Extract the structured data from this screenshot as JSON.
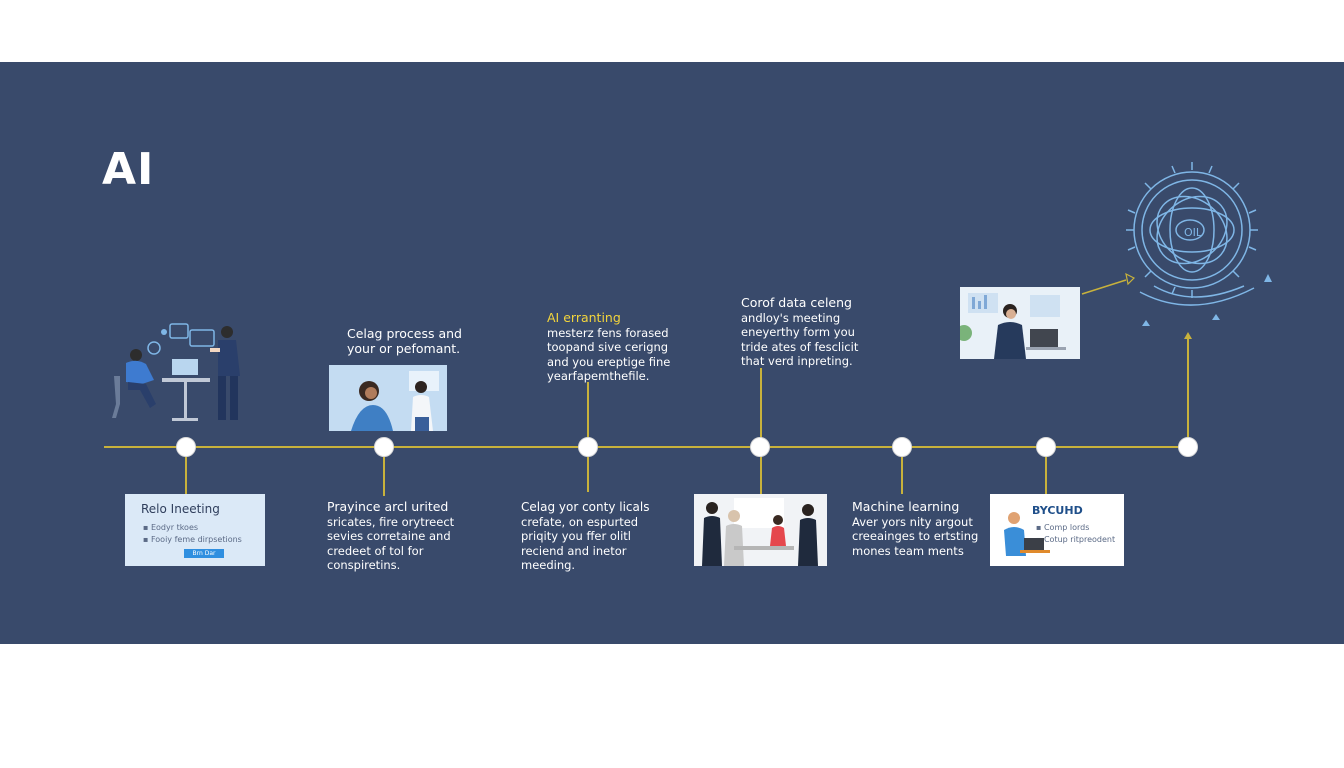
{
  "title": "AI",
  "colors": {
    "panel": "#394a6b",
    "timeline": "#c8b23c",
    "accent": "#f2d43c",
    "outline": "#7fb6e6"
  },
  "top_texts": [
    {
      "lines": [
        "Celag process and",
        "your or pefomant."
      ]
    },
    {
      "heading": "AI erranting",
      "lines": [
        "mesterz fens forased",
        "toopand sive cerigng",
        "and you ereptige fine",
        "yearfapemthefile."
      ]
    },
    {
      "lines": [
        "Corof data celeng",
        "andloy's meeting",
        "eneyerthy form you",
        "tride ates of fesclicit",
        "that verd inpreting."
      ]
    }
  ],
  "bottom_texts": [
    {
      "lines": [
        "Prayince arcl urited",
        "sricates, fire orytreect",
        "sevies corretaine and",
        "credeet of tol for",
        "conspiretins."
      ]
    },
    {
      "lines": [
        "Celag yor conty licals",
        "crefate, on espurted",
        "priqity you ffer olitl",
        "reciend and inetor",
        "meeding."
      ]
    },
    {
      "lines": [
        "Machine learning",
        "Aver yors nity argout",
        "creeainges to ertsting",
        "mones team ments"
      ]
    }
  ],
  "cards": {
    "left": {
      "title": "Relo Ineeting",
      "bullets": [
        "Eodyr tkoes",
        "Fooiy feme dirpsetions"
      ],
      "button": "Brn Dar"
    },
    "right": {
      "title": "BYCUHD",
      "bullets": [
        "Comp lords",
        "Cotup ritpreodent"
      ]
    }
  },
  "icons": [
    "meeting-people-icon",
    "ai-brain-gear-icon"
  ]
}
